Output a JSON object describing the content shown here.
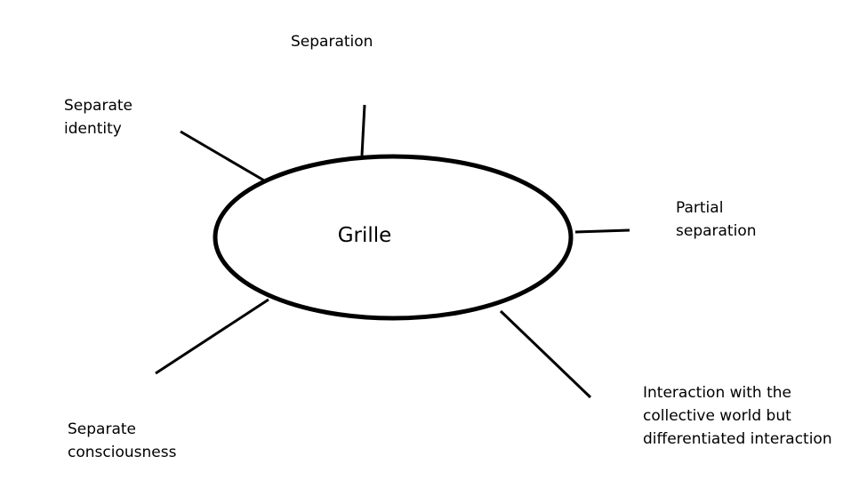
{
  "center": {
    "label": "Grille"
  },
  "branches": [
    {
      "lines": [
        "Separation"
      ]
    },
    {
      "lines": [
        "Separate",
        "identity"
      ]
    },
    {
      "lines": [
        "Partial",
        "separation"
      ]
    },
    {
      "lines": [
        "Interaction with the",
        "collective world but",
        "differentiated interaction"
      ]
    },
    {
      "lines": [
        "Separate",
        "consciousness"
      ]
    }
  ],
  "colors": {
    "stroke": "#000000",
    "background": "#ffffff",
    "text": "#000000"
  }
}
